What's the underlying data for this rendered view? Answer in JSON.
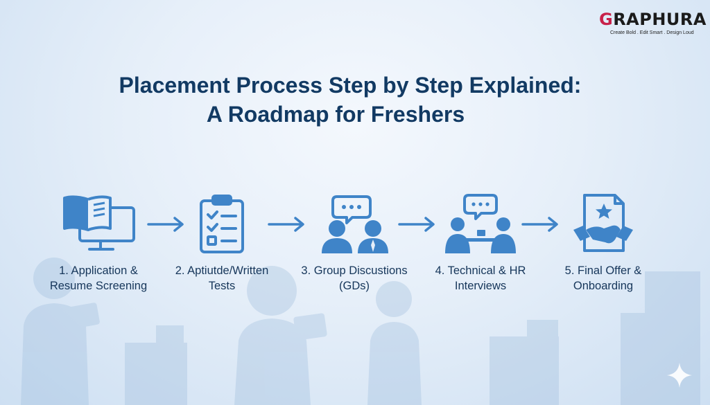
{
  "brand": {
    "logo_text": "GRAPHURA",
    "logo_tagline": "Create Bold . Edit Smart . Design Loud"
  },
  "title": {
    "line1": "Placement Process Step by Step Explained:",
    "line2": "A Roadmap for Freshers"
  },
  "steps": [
    {
      "line1": "1. Application &",
      "line2": "Resume Screening",
      "icon": "book-monitor-icon"
    },
    {
      "line1": "2. Aptiutde/Written",
      "line2": "Tests",
      "icon": "clipboard-checklist-icon"
    },
    {
      "line1": "3. Group Discustions",
      "line2": "(GDs)",
      "icon": "group-discussion-icon"
    },
    {
      "line1": "4. Technical & HR",
      "line2": "Interviews",
      "icon": "interview-table-icon"
    },
    {
      "line1": "5. Final Offer &",
      "line2": "Onboarding",
      "icon": "offer-handshake-icon"
    }
  ],
  "colors": {
    "icon": "#3f84c8",
    "title": "#123a63",
    "label": "#16365a",
    "brand_accent": "#c8214a"
  }
}
